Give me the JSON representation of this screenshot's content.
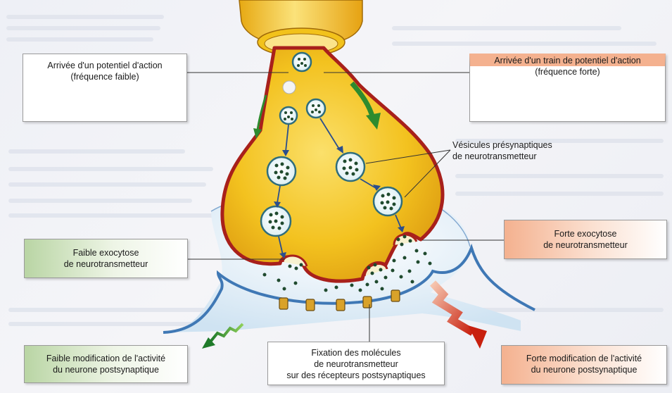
{
  "labels": {
    "low_frequency_arrival": {
      "line1": "Arrivée d'un potentiel d'action",
      "line2": "(fréquence faible)"
    },
    "high_frequency_arrival": {
      "line1": "Arrivée d'un train de potentiel d'action",
      "line2": "(fréquence forte)"
    },
    "presynaptic_vesicles": {
      "line1": "Vésicules présynaptiques",
      "line2": "de neurotransmetteur"
    },
    "strong_exocytosis": {
      "line1": "Forte exocytose",
      "line2": "de neurotransmetteur"
    },
    "weak_exocytosis": {
      "line1": "Faible exocytose",
      "line2": "de neurotransmetteur"
    },
    "weak_modification": {
      "line1": "Faible modification de l'activité",
      "line2": "du neurone postsynaptique"
    },
    "receptor_binding": {
      "line1": "Fixation des molécules",
      "line2": "de neurotransmetteur",
      "line3": "sur des récepteurs postsynaptiques"
    },
    "strong_modification": {
      "line1": "Forte modification de l'activité",
      "line2": "du neurone postsynaptique"
    }
  },
  "colors": {
    "axon_gold": "#f2c21b",
    "membrane_red": "#a8201b",
    "postsynaptic_blue": "#3f78b5",
    "vesicle_teal": "#3c8a9b",
    "neurotransmitter_dark_green": "#1f4a2e",
    "arrow_green": "#2e8b2e",
    "arrow_red": "#d02a10",
    "signal_red": "#c0281c",
    "green_box": "#b9d5a4",
    "orange_box": "#f4b18f"
  }
}
